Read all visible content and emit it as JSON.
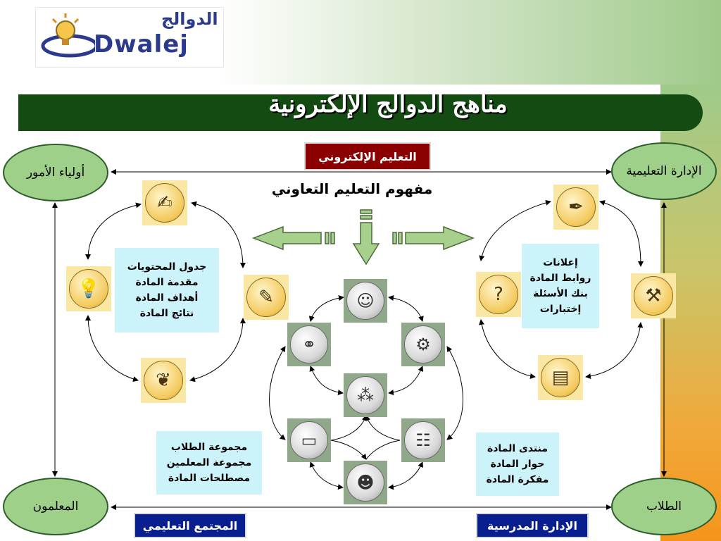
{
  "logo": {
    "arabic": "الدوالج",
    "latin": "Dwalej"
  },
  "title": "مناهج الدوالج الإلكترونية",
  "center_heading": "مفهوم التعليم التعاوني",
  "ovals": {
    "parents": "أولياء الأمور",
    "admin": "الإدارة التعليمية",
    "teachers": "المعلمون",
    "students": "الطلاب"
  },
  "labels": {
    "elearning": "التعليم الإلكتروني",
    "community": "المجتمع التعليمي",
    "school_admin": "الإدارة المدرسية"
  },
  "boxes": {
    "left_top": [
      "جدول المحتويات",
      "مقدمة المادة",
      "أهداف المادة",
      "نتائج المادة"
    ],
    "right_top": [
      "إعلانات",
      "روابط المادة",
      "بنك الأسئلة",
      "إختبارات"
    ],
    "left_bottom": [
      "مجموعة الطلاب",
      "مجموعة المعلمين",
      "مصطلحات المادة"
    ],
    "right_bottom": [
      "منتدى المادة",
      "حوار المادة",
      "مفكرة المادة"
    ]
  },
  "colors": {
    "title_bar": "#134b13",
    "oval_fill": "#9fd08a",
    "elearning_label": "#8b0000",
    "community_label": "#0a1f8f",
    "info_box": "#ccf2fa",
    "arrow_fill": "#a8d08d"
  },
  "icons": {
    "left_cycle": [
      "pen-hand-icon",
      "lightbulb-icon",
      "notebook-icon",
      "book-hands-icon"
    ],
    "right_cycle": [
      "hand-writing-icon",
      "question-person-icon",
      "tools-icon",
      "box-icon"
    ],
    "center_cycle": [
      "people-group-icon",
      "handshake-icon",
      "robot-icon",
      "molecule-icon",
      "projector-icon",
      "audience-icon",
      "speaker-icon"
    ]
  }
}
